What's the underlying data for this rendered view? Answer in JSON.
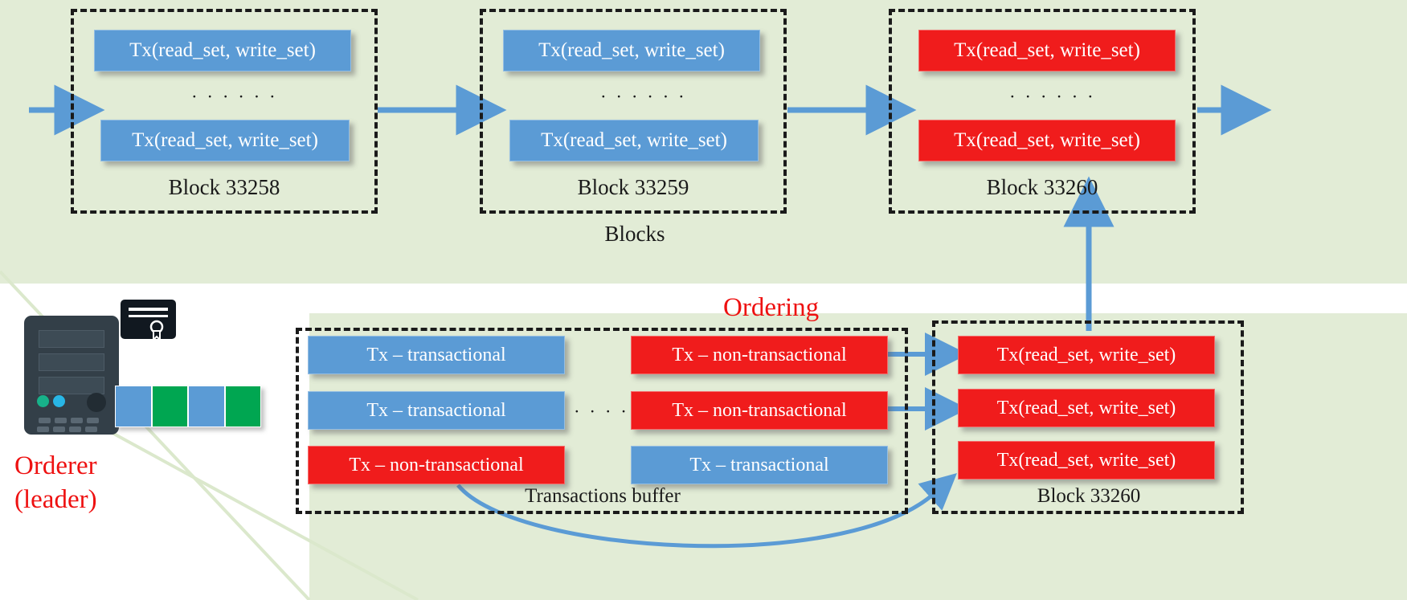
{
  "figure": {
    "background_color": "#e2ecd6",
    "blue_color": "#5b9bd5",
    "red_color": "#f01c1c",
    "arrow_color": "#5b9bd5"
  },
  "blocks_section": {
    "label": "Blocks",
    "ellipsis": "· · · · · ·",
    "blocks": [
      {
        "caption": "Block 33258",
        "transactions": [
          {
            "label": "Tx(read_set, write_set)",
            "color": "blue"
          },
          {
            "label": "Tx(read_set, write_set)",
            "color": "blue"
          }
        ]
      },
      {
        "caption": "Block 33259",
        "transactions": [
          {
            "label": "Tx(read_set, write_set)",
            "color": "blue"
          },
          {
            "label": "Tx(read_set, write_set)",
            "color": "blue"
          }
        ]
      },
      {
        "caption": "Block 33260",
        "transactions": [
          {
            "label": "Tx(read_set, write_set)",
            "color": "red"
          },
          {
            "label": "Tx(read_set, write_set)",
            "color": "red"
          }
        ]
      }
    ]
  },
  "orderer": {
    "name": "Orderer",
    "role": "(leader)",
    "icon": "server-icon",
    "certificate_icon": "certificate-icon",
    "ledger_icon": "ledger-icon"
  },
  "ordering_section": {
    "title": "Ordering",
    "buffer": {
      "caption": "Transactions buffer",
      "ellipsis": "· · · · · ·",
      "left_column": [
        {
          "label": "Tx –  transactional",
          "color": "blue"
        },
        {
          "label": "Tx –  transactional",
          "color": "blue"
        },
        {
          "label": "Tx –  non-transactional",
          "color": "red"
        }
      ],
      "right_column": [
        {
          "label": "Tx –  non-transactional",
          "color": "red"
        },
        {
          "label": "Tx –  non-transactional",
          "color": "red"
        },
        {
          "label": "Tx –  transactional",
          "color": "blue"
        }
      ]
    },
    "new_block": {
      "caption": "Block 33260",
      "transactions": [
        {
          "label": "Tx(read_set, write_set)",
          "color": "red"
        },
        {
          "label": "Tx(read_set, write_set)",
          "color": "red"
        },
        {
          "label": "Tx(read_set, write_set)",
          "color": "red"
        }
      ]
    }
  }
}
